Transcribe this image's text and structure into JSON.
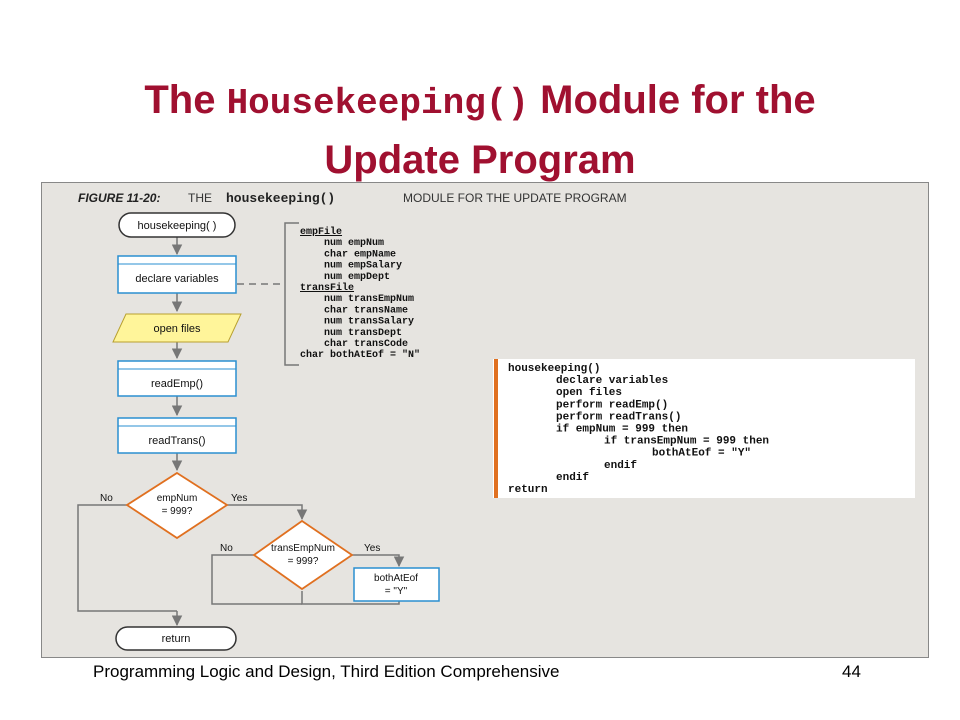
{
  "slide": {
    "title_before": "The ",
    "title_code": "Housekeeping()",
    "title_after": " Module for the",
    "title_line2": "Update Program"
  },
  "figure": {
    "caption_label": "FIGURE 11-20:",
    "caption_pre": "THE",
    "caption_code": "housekeeping()",
    "caption_post": "MODULE FOR THE UPDATE PROGRAM"
  },
  "flowchart": {
    "start": "housekeeping( )",
    "declare": "declare variables",
    "open": "open files",
    "read_emp": "readEmp()",
    "read_trans": "readTrans()",
    "decision1_line1": "empNum",
    "decision1_line2": "= 999?",
    "no1": "No",
    "yes1": "Yes",
    "decision2_line1": "transEmpNum",
    "decision2_line2": "= 999?",
    "no2": "No",
    "yes2": "Yes",
    "assign_line1": "bothAtEof",
    "assign_line2": "= \"Y\"",
    "end": "return"
  },
  "declarations": [
    {
      "text": "empFile",
      "indent": 0,
      "underline": true
    },
    {
      "text": "num empNum",
      "indent": 1,
      "underline": false
    },
    {
      "text": "char empName",
      "indent": 1,
      "underline": false
    },
    {
      "text": "num empSalary",
      "indent": 1,
      "underline": false
    },
    {
      "text": "num empDept",
      "indent": 1,
      "underline": false
    },
    {
      "text": "transFile",
      "indent": 0,
      "underline": true
    },
    {
      "text": "num transEmpNum",
      "indent": 1,
      "underline": false
    },
    {
      "text": "char transName",
      "indent": 1,
      "underline": false
    },
    {
      "text": "num transSalary",
      "indent": 1,
      "underline": false
    },
    {
      "text": "num transDept",
      "indent": 1,
      "underline": false
    },
    {
      "text": "char transCode",
      "indent": 1,
      "underline": false
    },
    {
      "text": "char bothAtEof = \"N\"",
      "indent": 0,
      "underline": false
    }
  ],
  "pseudocode": [
    {
      "text": "housekeeping()",
      "indent": 0
    },
    {
      "text": "declare variables",
      "indent": 1
    },
    {
      "text": "open files",
      "indent": 1
    },
    {
      "text": "perform readEmp()",
      "indent": 1
    },
    {
      "text": "perform readTrans()",
      "indent": 1
    },
    {
      "text": "if empNum = 999 then",
      "indent": 1
    },
    {
      "text": "if transEmpNum = 999 then",
      "indent": 2
    },
    {
      "text": "bothAtEof = \"Y\"",
      "indent": 3
    },
    {
      "text": "endif",
      "indent": 2
    },
    {
      "text": "endif",
      "indent": 1
    },
    {
      "text": "return",
      "indent": 0
    }
  ],
  "footer": {
    "text": "Programming Logic and Design, Third Edition Comprehensive",
    "page": "44"
  },
  "colors": {
    "title": "#a01030",
    "box_border": "#2a8fd0",
    "parallelogram_fill": "#fff59a",
    "diamond_border": "#e07020",
    "code_bar": "#e07020",
    "panel_bg": "#e6e4e0"
  }
}
